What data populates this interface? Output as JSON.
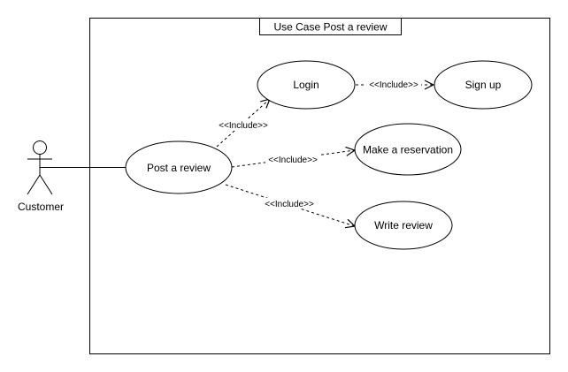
{
  "system": {
    "title": "Use Case Post a review"
  },
  "actor": {
    "name": "Customer"
  },
  "use_cases": {
    "post_review": "Post a review",
    "login": "Login",
    "sign_up": "Sign up",
    "make_reservation": "Make a reservation",
    "write_review": "Write review"
  },
  "relations": {
    "include_post_login": "<<Include>>",
    "include_login_signup": "<<Include>>",
    "include_post_reservation": "<<Include>>",
    "include_post_write": "<<Include>>"
  }
}
